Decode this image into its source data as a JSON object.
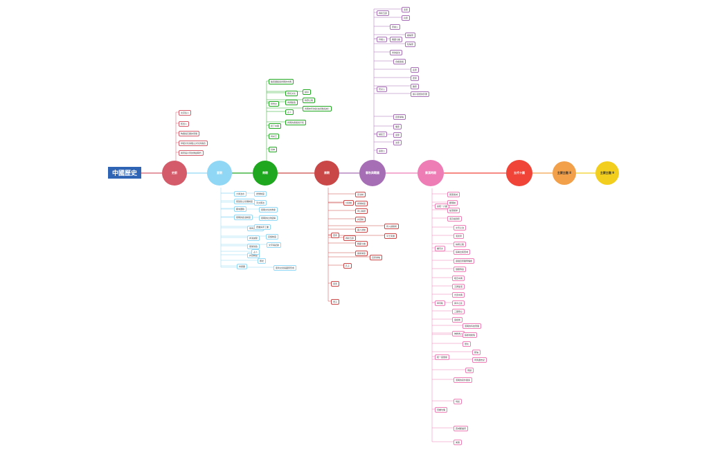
{
  "root_label": "中國歷史",
  "colors": {
    "prehistory": "#d45c6a",
    "xia": "#8fd7f5",
    "shang": "#1fa71f",
    "zhou": "#c94747",
    "warring": "#a66fb5",
    "qin": "#ee7cb5",
    "later_red": "#f04438",
    "later_orange": "#f2a04a",
    "later_yellow": "#f2cf1f"
  },
  "periods": [
    {
      "label": "史前"
    },
    {
      "label": "夏朝"
    },
    {
      "label": "商朝"
    },
    {
      "label": "周朝"
    },
    {
      "label": "春秋與戰國"
    },
    {
      "label": "秦漢時期"
    },
    {
      "label": "五代十國"
    },
    {
      "label": "主要主題 8"
    },
    {
      "label": "主要主題 9"
    }
  ],
  "leaves": {
    "prehistory": [
      "北京猿人",
      "藍田人",
      "陶器與石器的發展",
      "仰韶文化與龍山文化的融合",
      "黃帝與炎帝的傳說時代"
    ],
    "xia": [
      "大禹治水",
      "夏啟建立世襲制度",
      "都城遷移",
      "夏朝的政治制度",
      "甲骨文的前身",
      "商湯滅夏",
      "夏桀暴政",
      "井田制度",
      "青銅器",
      "禮樂制度",
      "天文曆法",
      "夏朝文化的傳承",
      "夏朝的社會結構",
      "農業與手工業",
      "宗族制度",
      "文字與記錄",
      "占卜",
      "祭祀",
      "夏商交替與國家形成"
    ],
    "shang": [
      "盤庚遷殷與商朝的中興",
      "甲骨文",
      "祭祀文化",
      "青銅鑄造",
      "占卜",
      "商朝的貴族與平民",
      "武丁中興",
      "商紂王",
      "封神",
      "婦好",
      "牧野之戰",
      "商朝末年的政治腐敗與滅亡"
    ],
    "zhou": [
      "西周",
      "東周",
      "分封制",
      "宗法制",
      "禮樂制度",
      "周公制禮",
      "井田制",
      "國人暴動",
      "烽火戲諸侯",
      "平王東遷",
      "春秋五霸",
      "戰國七雄",
      "諸侯爭霸",
      "百家爭鳴",
      "孔子",
      "老子"
    ],
    "warring": [
      "春秋五霸",
      "齊桓公",
      "晉文公",
      "楚莊王",
      "秦穆公",
      "宋襄公",
      "戰國七雄",
      "商鞅變法",
      "合縱連橫",
      "百家爭鳴",
      "儒家",
      "道家",
      "法家",
      "墨家",
      "兵家",
      "縱橫家",
      "陰陽家",
      "名家",
      "農家",
      "雜家",
      "諸子思想的影響"
    ],
    "qin": [
      "秦統一六國",
      "書同文",
      "車同軌",
      "統一度量衡",
      "焚書坑儒",
      "萬里長城",
      "郡縣制",
      "楚漢相爭",
      "漢高祖劉邦",
      "文景之治",
      "漢武帝",
      "絲綢之路",
      "張騫出使西域",
      "罷黜百家獨尊儒術",
      "鹽鐵專賣",
      "昭宣中興",
      "王莽篡漢",
      "光武中興",
      "黃巾之亂",
      "三國鼎立",
      "造紙術",
      "佛教傳入",
      "漢朝的科技發展",
      "張衡地動儀",
      "華佗",
      "蔡倫",
      "司馬遷史記",
      "漢朝的對外關係",
      "匈奴",
      "西域都護府",
      "羌族",
      "南越"
    ]
  }
}
